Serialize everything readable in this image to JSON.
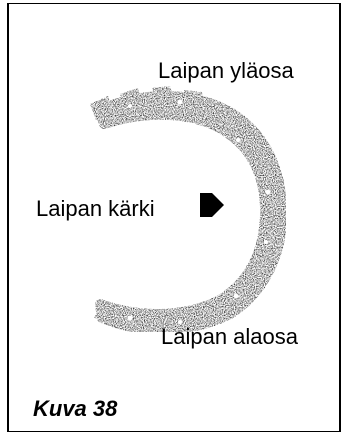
{
  "figure": {
    "labels": {
      "top": "Laipan yläosa",
      "tip": "Laipan kärki",
      "bottom": "Laipan alaosa"
    },
    "caption": "Kuva 38"
  },
  "icons": {
    "chain": "saw-chain-illustration-icon",
    "arrow": "arrow-right-icon"
  },
  "colors": {
    "ink": "#000000",
    "background": "#ffffff"
  }
}
